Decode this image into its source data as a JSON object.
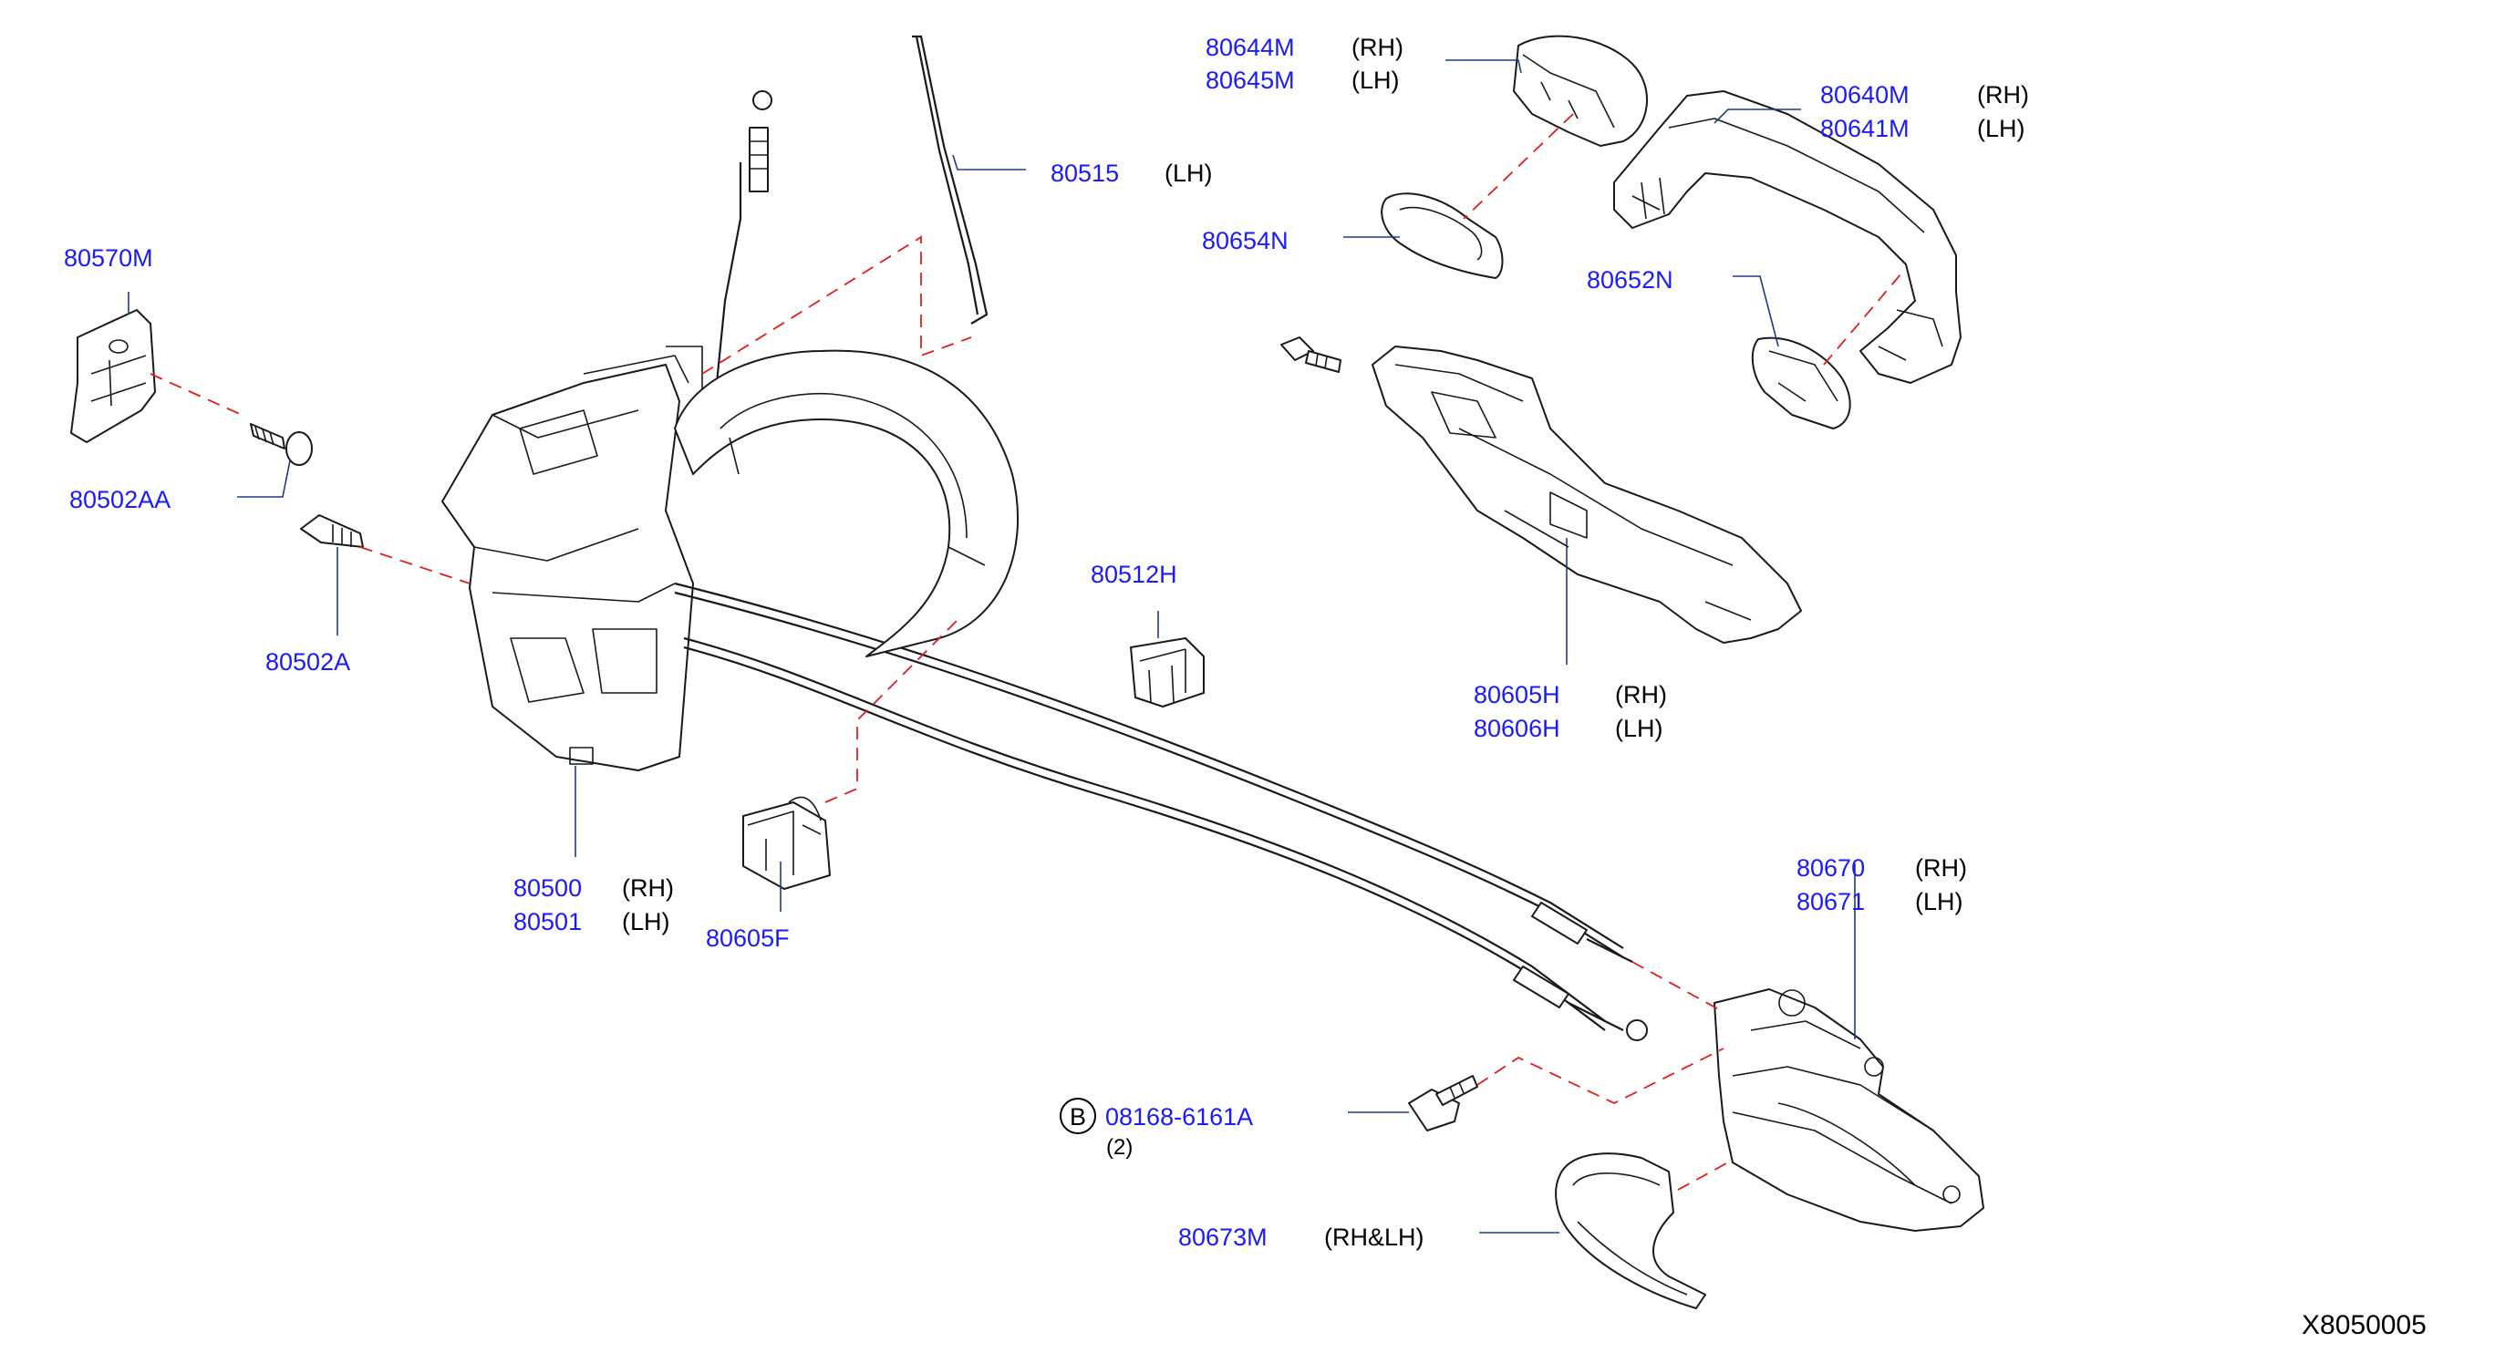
{
  "colors": {
    "part_number": "#1a1aff",
    "text": "#000000",
    "leader": "#1e3a8a",
    "dashed_guide": "#e11d1d",
    "outline": "#1a1a1a",
    "background": "#ffffff"
  },
  "labels": {
    "p80644M": "80644M",
    "p80645M": "80645M",
    "rh1": "(RH)",
    "lh1": "(LH)",
    "p80640M": "80640M",
    "p80641M": "80641M",
    "rh2": "(RH)",
    "lh2": "(LH)",
    "p80515": "80515",
    "lh3": "(LH)",
    "p80654N": "80654N",
    "p80652N": "80652N",
    "p80570M": "80570M",
    "p80502AA": "80502AA",
    "p80502A": "80502A",
    "p80512H": "80512H",
    "p80605H": "80605H",
    "p80606H": "80606H",
    "rh4": "(RH)",
    "lh4": "(LH)",
    "p80500": "80500",
    "p80501": "80501",
    "rh5": "(RH)",
    "lh5": "(LH)",
    "p80605F": "80605F",
    "p80670": "80670",
    "p80671": "80671",
    "rh6": "(RH)",
    "lh6": "(LH)",
    "bolt_ref": "B",
    "p08168": "08168-6161A",
    "qty": "(2)",
    "p80673M": "80673M",
    "rhlh": "(RH&LH)",
    "drawing_id": "X8050005"
  }
}
